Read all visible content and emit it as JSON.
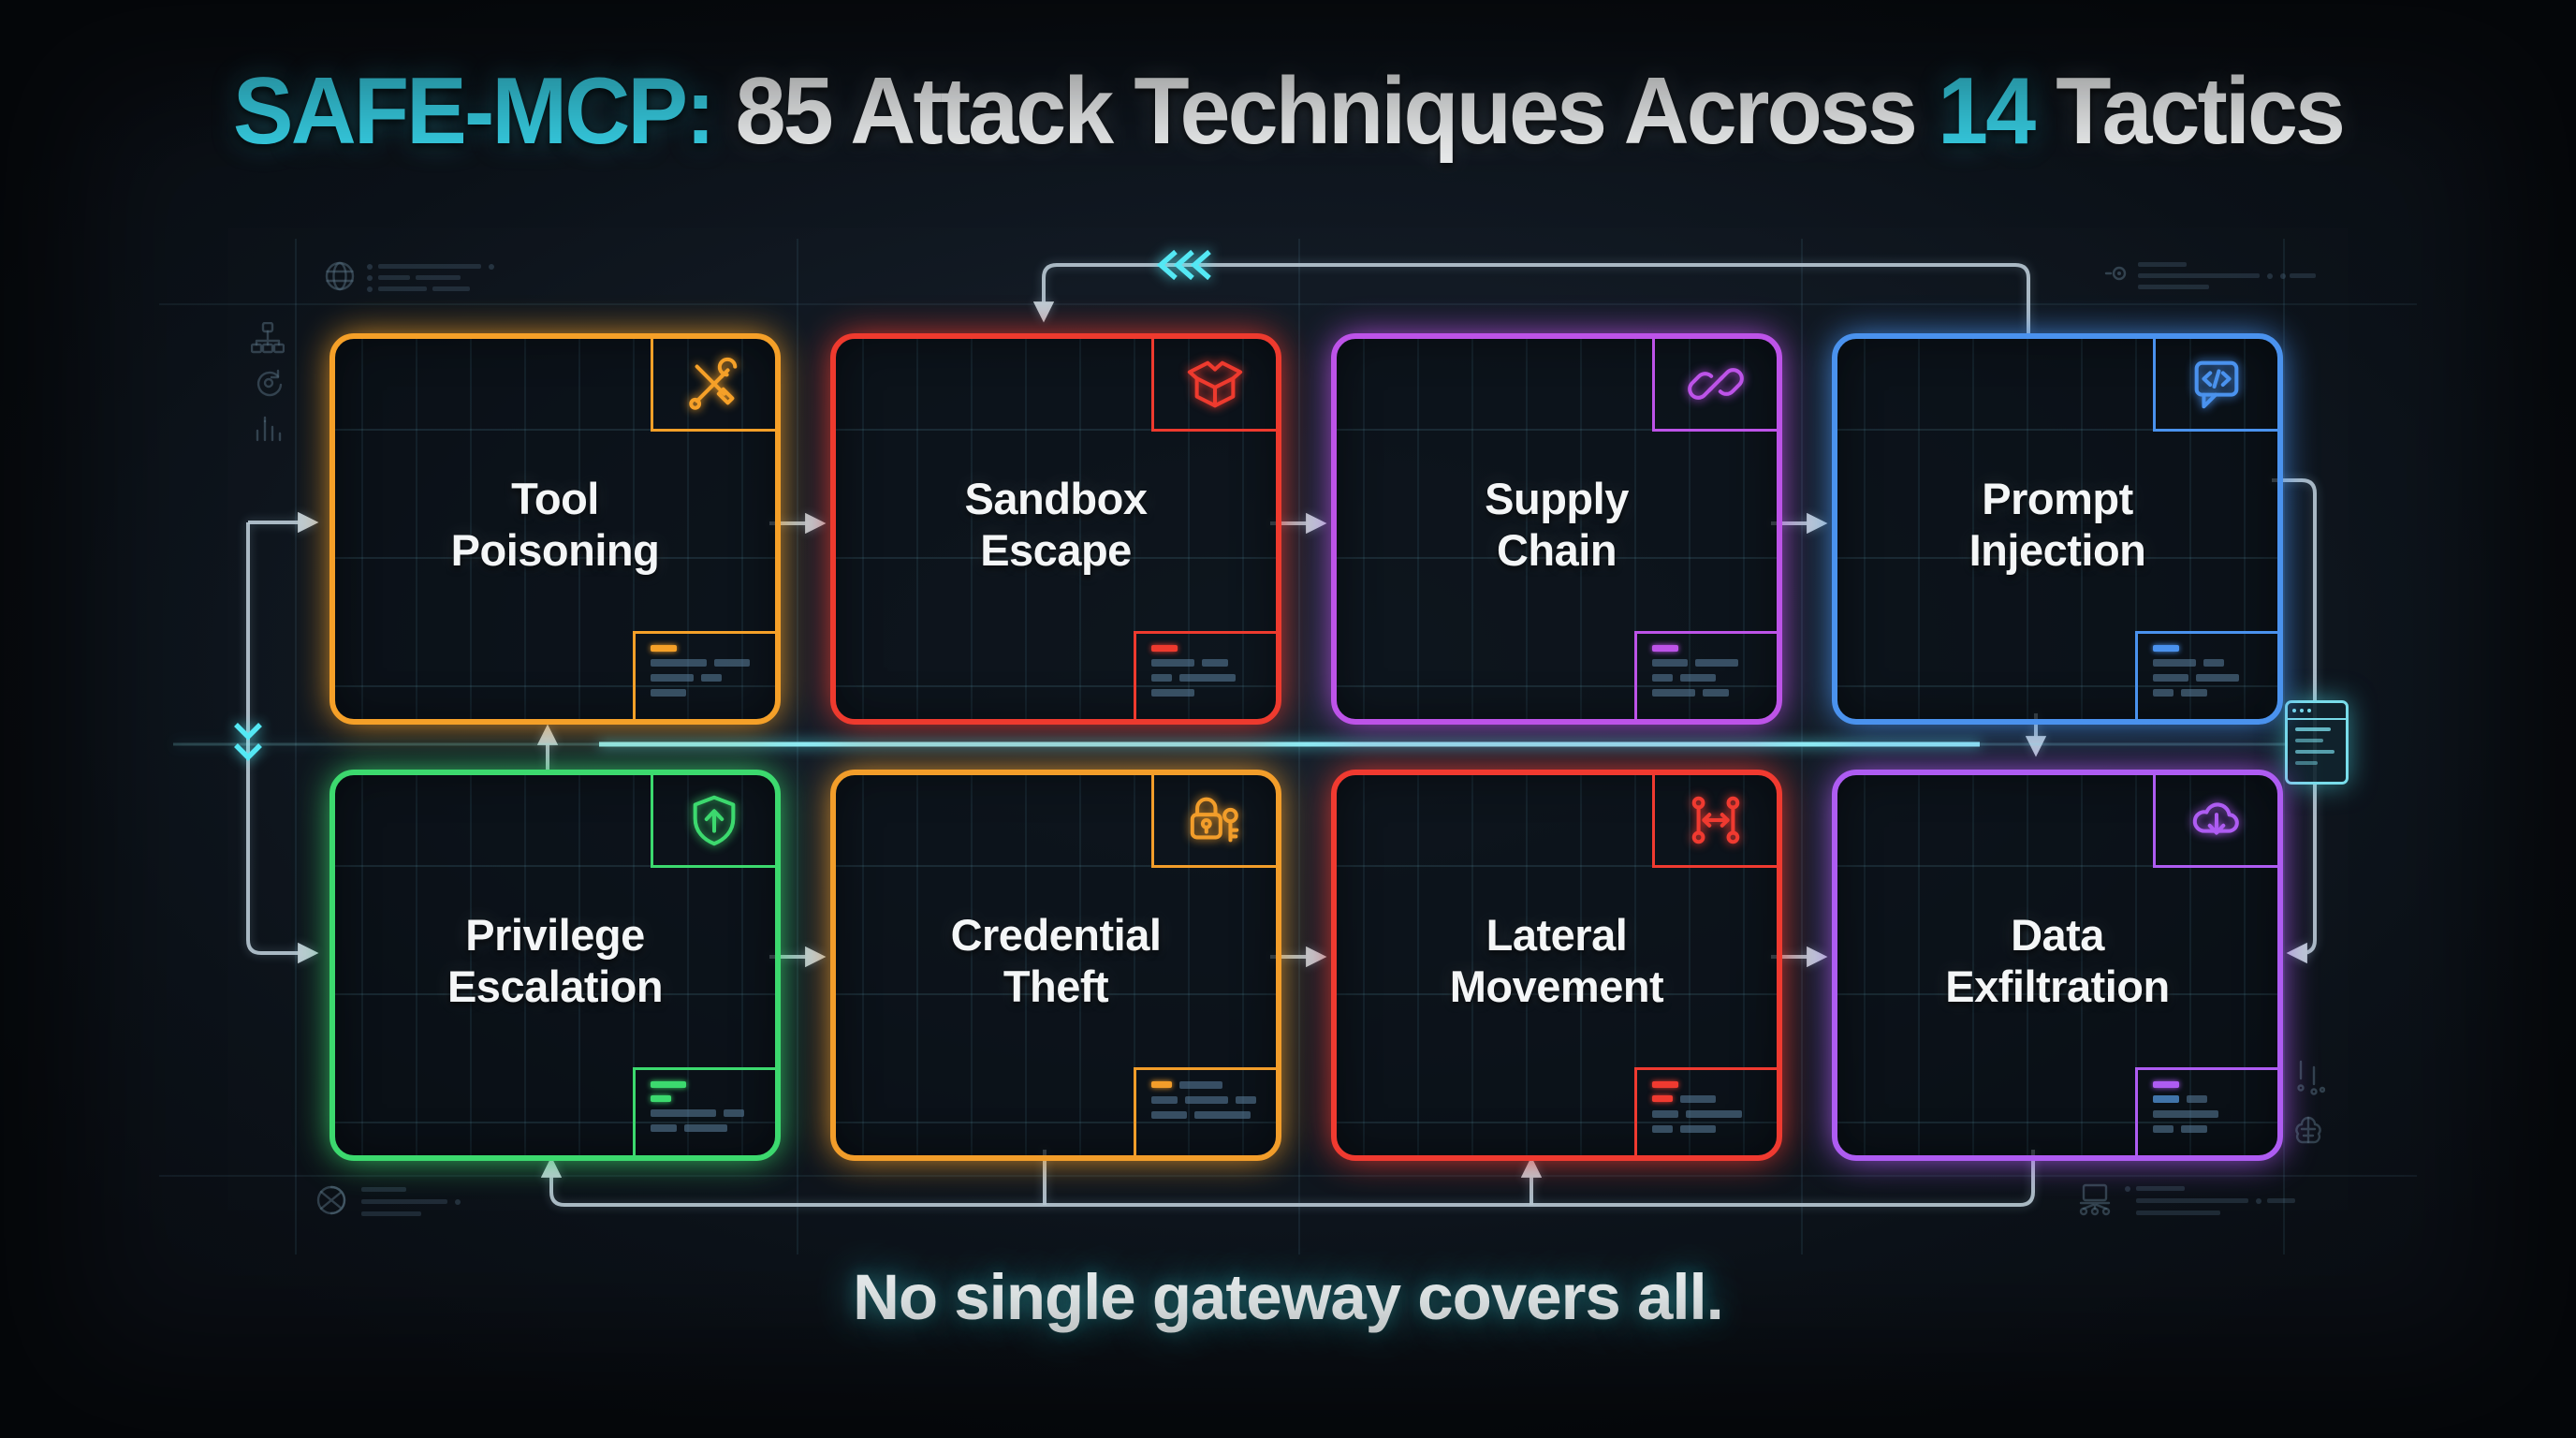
{
  "title": {
    "part1": "SAFE-MCP:",
    "part2": " 85 Attack Techniques Across ",
    "part3": "14",
    "part4": " Tactics",
    "accent_color": "#38d4ea",
    "text_color": "#f3f5f6"
  },
  "footer": {
    "text": "No single gateway covers all."
  },
  "background_color": "#121a24",
  "connector_color": "#b7c7d2",
  "highlight_band_color": "#8ee9f2",
  "cards": [
    {
      "id": "tool-poisoning",
      "label_line1": "Tool",
      "label_line2": "Poisoning",
      "color": "#F5A028",
      "icon": "tools-icon"
    },
    {
      "id": "sandbox-escape",
      "label_line1": "Sandbox",
      "label_line2": "Escape",
      "color": "#EE3A2E",
      "icon": "open-box-icon"
    },
    {
      "id": "supply-chain",
      "label_line1": "Supply",
      "label_line2": "Chain",
      "color": "#BD53E8",
      "icon": "chain-link-icon"
    },
    {
      "id": "prompt-injection",
      "label_line1": "Prompt",
      "label_line2": "Injection",
      "color": "#4A92EE",
      "icon": "code-bubble-icon"
    },
    {
      "id": "privilege-escalation",
      "label_line1": "Privilege",
      "label_line2": "Escalation",
      "color": "#3CD96E",
      "icon": "shield-up-arrow-icon"
    },
    {
      "id": "credential-theft",
      "label_line1": "Credential",
      "label_line2": "Theft",
      "color": "#F29D2A",
      "icon": "lock-key-icon"
    },
    {
      "id": "lateral-movement",
      "label_line1": "Lateral",
      "label_line2": "Movement",
      "color": "#F03A30",
      "icon": "network-nodes-arrow-icon"
    },
    {
      "id": "data-exfiltration",
      "label_line1": "Data",
      "label_line2": "Exfiltration",
      "color": "#AE5CF2",
      "icon": "cloud-download-icon"
    }
  ]
}
